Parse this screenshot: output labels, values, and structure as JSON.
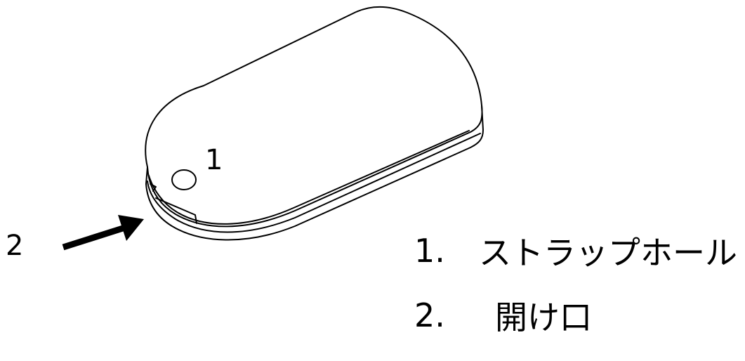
{
  "callouts": {
    "strap_hole_number": "1",
    "opening_number": "2"
  },
  "legend": {
    "items": [
      {
        "number": "1.",
        "label": "ストラップホール"
      },
      {
        "number": "2.",
        "label": "開け口"
      }
    ]
  },
  "colors": {
    "line": "#000000",
    "background": "#ffffff"
  }
}
